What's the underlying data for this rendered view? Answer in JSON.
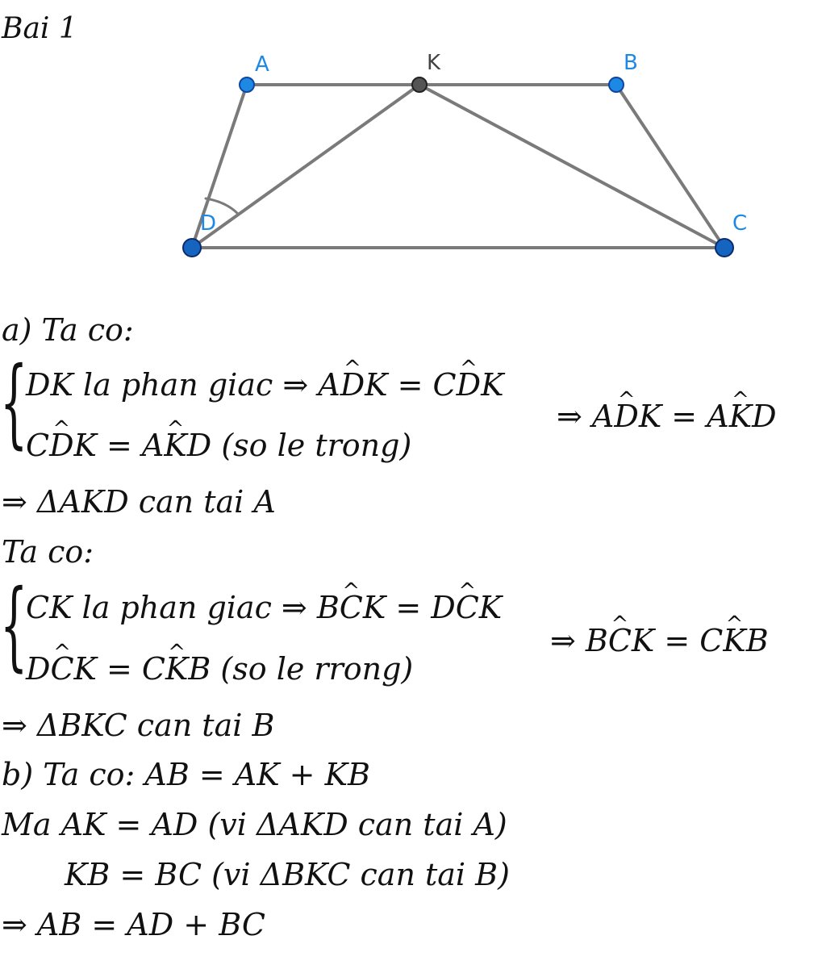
{
  "title": "Bai 1",
  "figure": {
    "points": {
      "A": "A",
      "K": "K",
      "B": "B",
      "C": "C",
      "D": "D"
    },
    "colors": {
      "edge": "#7a7a7a",
      "point_blue": "#1e88e5",
      "point_dark_blue": "#1565c0",
      "point_gray": "#555555",
      "label_blue": "#1e88e5"
    }
  },
  "part_a": {
    "intro": "a) Ta co:",
    "sys1": {
      "line1_pre": "DK la phan giac ⇒ A",
      "line1_hat1": "D",
      "line1_mid": "K = C",
      "line1_hat2": "D",
      "line1_post": "K",
      "line2_pre": "C",
      "line2_hat1": "D",
      "line2_mid": "K = A",
      "line2_hat2": "K",
      "line2_post": "D (so le trong)",
      "result_pre": "⇒ A",
      "result_hat1": "D",
      "result_mid": "K = A",
      "result_hat2": "K",
      "result_post": "D"
    },
    "concl1": "⇒ ΔAKD can tai A",
    "intro2": "Ta co:",
    "sys2": {
      "line1_pre": "CK la phan giac ⇒ B",
      "line1_hat1": "C",
      "line1_mid": "K = D",
      "line1_hat2": "C",
      "line1_post": "K",
      "line2_pre": "D",
      "line2_hat1": "C",
      "line2_mid": "K = C",
      "line2_hat2": "K",
      "line2_post": "B (so le rrong)",
      "result_pre": "⇒ B",
      "result_hat1": "C",
      "result_mid": "K = C",
      "result_hat2": "K",
      "result_post": "B"
    },
    "concl2": "⇒ ΔBKC can tai B"
  },
  "part_b": {
    "line1": "b) Ta co: AB = AK + KB",
    "line2": "Ma AK = AD (vi ΔAKD can tai A)",
    "line3": "KB = BC (vi ΔBKC can tai B)",
    "line4": "⇒ AB = AD + BC"
  }
}
